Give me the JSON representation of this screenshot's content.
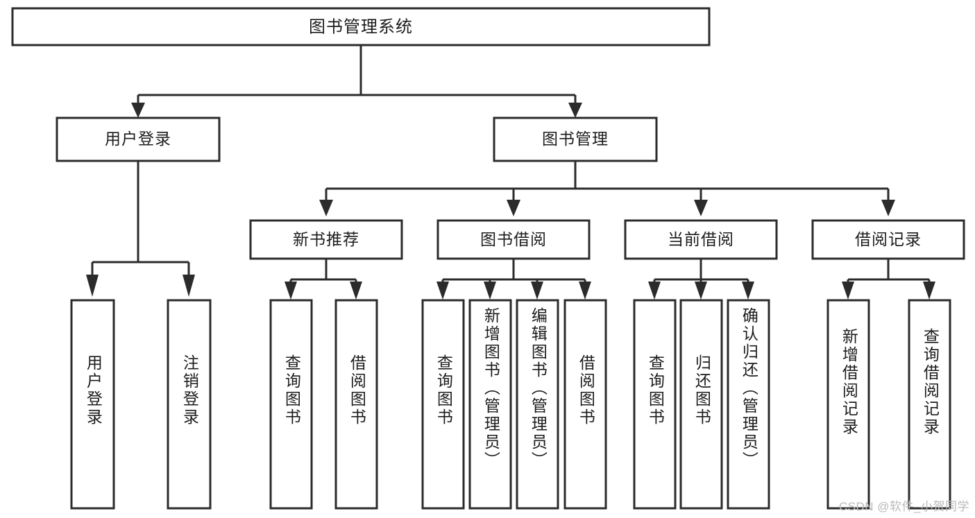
{
  "diagram": {
    "type": "tree",
    "title": "图书管理系统",
    "orientation": "top-down",
    "watermark": "CSDN @软件_小贺同学",
    "colors": {
      "stroke": "#2b2b2b",
      "fill": "#ffffff",
      "text": "#1c1c1c",
      "watermark": "#b9b9b9",
      "background": "#ffffff"
    },
    "root": {
      "id": "root",
      "label": "图书管理系统",
      "level": 0,
      "orientation": "horizontal"
    },
    "level1": [
      {
        "id": "l1-0",
        "label": "用户登录",
        "orientation": "horizontal"
      },
      {
        "id": "l1-1",
        "label": "图书管理",
        "orientation": "horizontal"
      }
    ],
    "level2": [
      {
        "id": "l2-0",
        "label": "新书推荐",
        "parent": "l1-1",
        "orientation": "horizontal"
      },
      {
        "id": "l2-1",
        "label": "图书借阅",
        "parent": "l1-1",
        "orientation": "horizontal"
      },
      {
        "id": "l2-2",
        "label": "当前借阅",
        "parent": "l1-1",
        "orientation": "horizontal"
      },
      {
        "id": "l2-3",
        "label": "借阅记录",
        "parent": "l1-1",
        "orientation": "horizontal"
      }
    ],
    "leaves": [
      {
        "id": "leaf-0",
        "label": "用户登录",
        "parent": "l1-0",
        "orientation": "vertical"
      },
      {
        "id": "leaf-1",
        "label": "注销登录",
        "parent": "l1-0",
        "orientation": "vertical"
      },
      {
        "id": "leaf-2",
        "label": "查询图书",
        "parent": "l2-0",
        "orientation": "vertical"
      },
      {
        "id": "leaf-3",
        "label": "借阅图书",
        "parent": "l2-0",
        "orientation": "vertical"
      },
      {
        "id": "leaf-4",
        "label": "查询图书",
        "parent": "l2-1",
        "orientation": "vertical"
      },
      {
        "id": "leaf-5",
        "label": "新增图书（管理员）",
        "parent": "l2-1",
        "orientation": "vertical"
      },
      {
        "id": "leaf-6",
        "label": "编辑图书（管理员）",
        "parent": "l2-1",
        "orientation": "vertical"
      },
      {
        "id": "leaf-7",
        "label": "借阅图书",
        "parent": "l2-1",
        "orientation": "vertical"
      },
      {
        "id": "leaf-8",
        "label": "查询图书",
        "parent": "l2-2",
        "orientation": "vertical"
      },
      {
        "id": "leaf-9",
        "label": "归还图书",
        "parent": "l2-2",
        "orientation": "vertical"
      },
      {
        "id": "leaf-10",
        "label": "确认归还（管理员）",
        "parent": "l2-2",
        "orientation": "vertical"
      },
      {
        "id": "leaf-11",
        "label": "新增借阅记录",
        "parent": "l2-3",
        "orientation": "vertical"
      },
      {
        "id": "leaf-12",
        "label": "查询借阅记录",
        "parent": "l2-3",
        "orientation": "vertical"
      }
    ]
  }
}
